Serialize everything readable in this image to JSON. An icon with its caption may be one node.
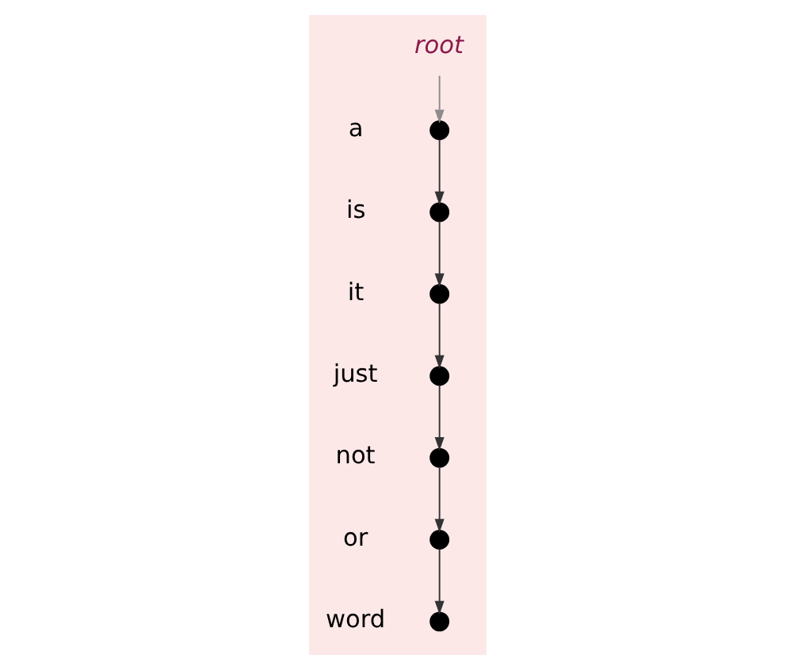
{
  "diagram": {
    "nodes": [
      {
        "text": [
          "root"
        ]
      },
      {
        "text": [],
        "shape": "circle",
        "beside": [
          "a"
        ]
      },
      {
        "text": [],
        "shape": "circle",
        "beside": [
          "is"
        ]
      },
      {
        "text": [],
        "shape": "circle",
        "beside": [
          "it"
        ]
      },
      {
        "text": [],
        "shape": "circle",
        "beside": [
          "just"
        ]
      },
      {
        "text": [],
        "shape": "circle",
        "beside": [
          "not"
        ]
      },
      {
        "text": [],
        "shape": "circle",
        "beside": [
          "or"
        ]
      },
      {
        "text": [],
        "shape": "circle",
        "beside": [
          "word"
        ]
      }
    ],
    "edges": [
      {
        "from": 0,
        "to": 1,
        "arrow": "to",
        "color": "#8c8c8c"
      },
      {
        "from": 1,
        "to": 2,
        "arrow": "to"
      },
      {
        "from": 2,
        "to": 3,
        "arrow": "to"
      },
      {
        "from": 3,
        "to": 4,
        "arrow": "to"
      },
      {
        "from": 4,
        "to": 5,
        "arrow": "to"
      },
      {
        "from": 5,
        "to": 6,
        "arrow": "to"
      },
      {
        "from": 6,
        "to": 7,
        "arrow": "to"
      }
    ]
  }
}
